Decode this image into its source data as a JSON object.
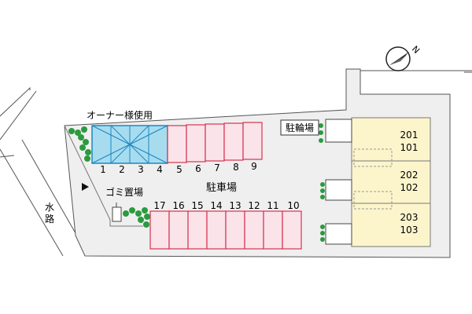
{
  "owner_label": "オーナー様使用",
  "bicycle_label": "駐輪場",
  "parking_label": "駐車場",
  "garbage_label": "ゴミ置場",
  "waterway_label": [
    "水",
    "路"
  ],
  "compass_label": "N",
  "owner_spaces": [
    "1",
    "2",
    "3",
    "4"
  ],
  "top_spaces": [
    "5",
    "6",
    "7",
    "8",
    "9"
  ],
  "bottom_spaces": [
    "17",
    "16",
    "15",
    "14",
    "13",
    "12",
    "11",
    "10"
  ],
  "units": [
    {
      "upper": "201",
      "lower": "101"
    },
    {
      "upper": "202",
      "lower": "102"
    },
    {
      "upper": "203",
      "lower": "103"
    }
  ],
  "colors": {
    "owner_fill": "#a7dcef",
    "owner_stroke": "#1d87c2",
    "parking_fill": "#fbe3ea",
    "parking_stroke": "#d6334f",
    "building_fill": "#fcf5cc",
    "lot_fill": "#efefef",
    "tree": "#2b9a3f"
  }
}
